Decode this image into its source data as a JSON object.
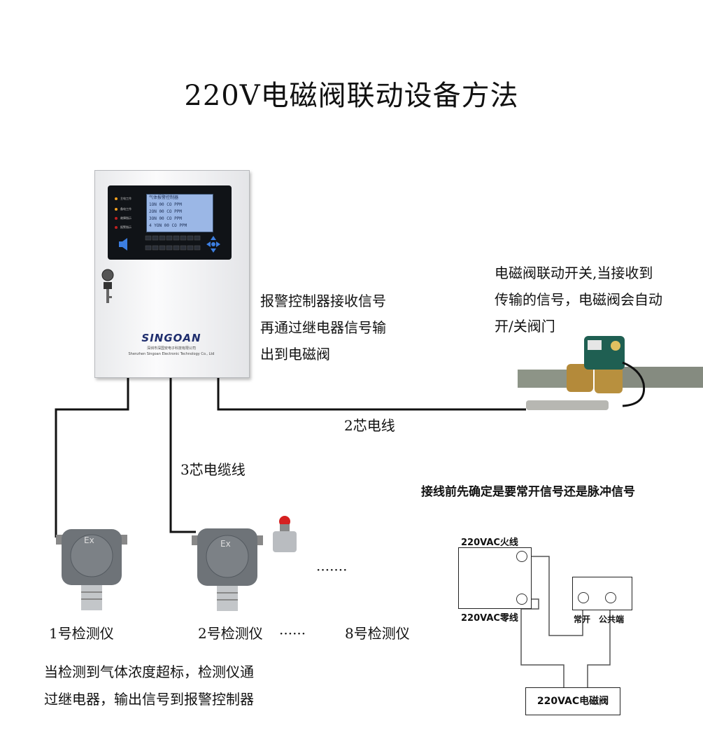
{
  "title": "220V电磁阀联动设备方法",
  "controller": {
    "brand": "SINGOAN",
    "company_cn": "深圳市深国安电子科技有限公司",
    "company_en": "Shenzhen Singoan Electronic Technology Co., Ltd",
    "lcd_header": "气体报警控制器",
    "lcd_rows": [
      "1ON  00 CO  PPM",
      "2ON  00 CO  PPM",
      "3ON  00 CO  PPM",
      "4 YON 00 CO PPM"
    ],
    "leds": [
      "主电工作",
      "备电工作",
      "故障指示",
      "报警指示"
    ]
  },
  "labels": {
    "controller_desc": [
      "报警控制器接收信号",
      "再通过继电器信号输",
      "出到电磁阀"
    ],
    "valve_desc": [
      "电磁阀联动开关,当接收到",
      "传输的信号，电磁阀会自动",
      "开/关阀门"
    ],
    "wire2": "2芯电线",
    "wire3": "3芯电缆线",
    "detector1": "1号检测仪",
    "detector2": "2号检测仪",
    "dots_row": "······",
    "detector8": "8号检测仪",
    "dots_mid": "·······",
    "detector_desc": [
      "当检测到气体浓度超标，检测仪通",
      "过继电器，输出信号到报警控制器"
    ],
    "wiring_note": "接线前先确定是要常开信号还是脉冲信号",
    "fire_line": "220VAC火线",
    "zero_line": "220VAC零线",
    "normally_open": "常开",
    "common": "公共端",
    "valve_box": "220VAC电磁阀",
    "ex_mark": "Ex"
  }
}
